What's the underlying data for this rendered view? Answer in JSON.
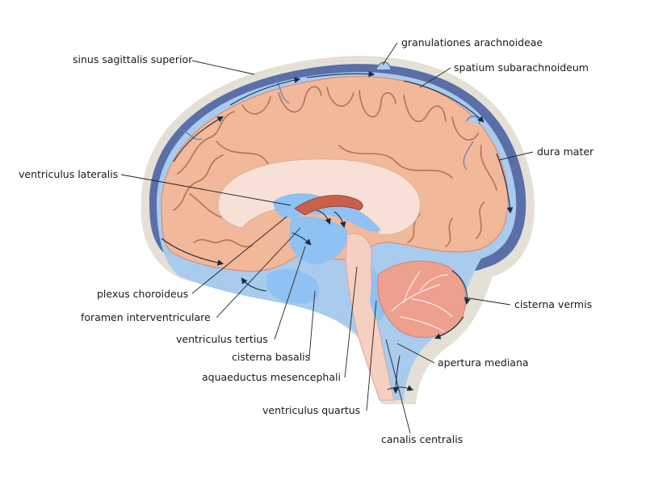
{
  "labels": {
    "sinus_sagittalis_superior": "sinus sagittalis superior",
    "granulationes_arachnoideae": "granulationes arachnoideae",
    "spatium_subarachnoideum": "spatium subarachnoideum",
    "dura_mater": "dura mater",
    "ventriculus_lateralis": "ventriculus lateralis",
    "plexus_choroideus": "plexus choroideus",
    "foramen_interventriculare": "foramen interventriculare",
    "ventriculus_tertius": "ventriculus tertius",
    "cisterna_basalis": "cisterna basalis",
    "aquaeductus_mesencephali": "aquaeductus mesencephali",
    "ventriculus_quartus": "ventriculus quartus",
    "canalis_centralis": "canalis centralis",
    "apertura_mediana": "apertura mediana",
    "cisterna_vermis": "cisterna vermis"
  },
  "colors": {
    "skull": "#e4e0d6",
    "dura": "#5a6ea8",
    "csf": "#a8cbee",
    "ventricle": "#8fc1f2",
    "cortex": "#f2b89a",
    "cortex_edge": "#d98e72",
    "white_matter": "#f7e1d6",
    "cerebellum": "#eea08f",
    "brainstem": "#f4cfc2",
    "label_text": "#1a1a1a"
  }
}
